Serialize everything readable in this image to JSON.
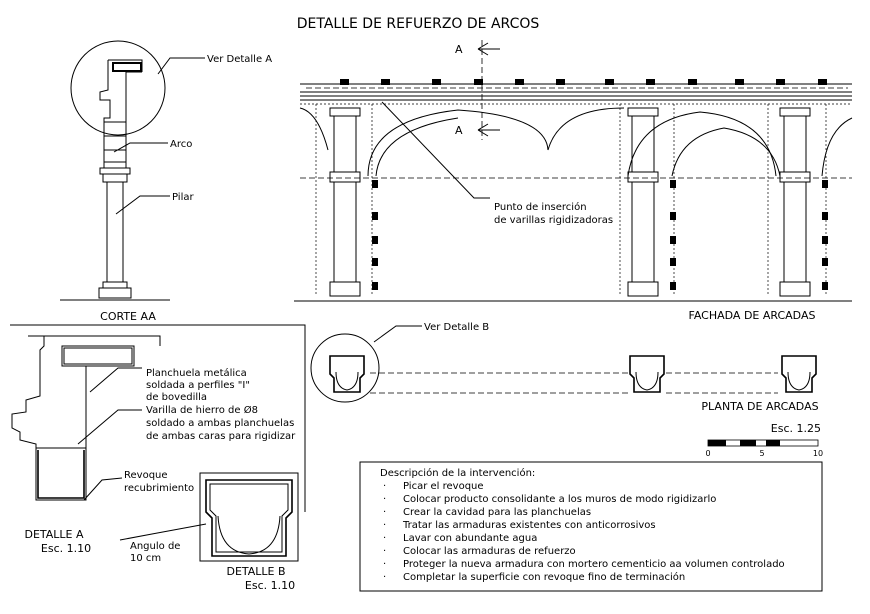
{
  "title": "DETALLE DE REFUERZO DE ARCOS",
  "corte": {
    "label": "CORTE AA",
    "callout_detalle_a": "Ver Detalle A",
    "arco": "Arco",
    "pilar": "Pilar"
  },
  "fachada": {
    "label": "FACHADA DE ARCADAS",
    "section_marker": "A",
    "punto_line1": "Punto de inserción",
    "punto_line2": "de varillas rigidizadoras"
  },
  "planta": {
    "label": "PLANTA DE ARCADAS",
    "callout_detalle_b": "Ver Detalle B",
    "scale": "Esc. 1.25",
    "scale_ticks": [
      "0",
      "5",
      "10"
    ]
  },
  "detalle_a": {
    "label": "DETALLE A",
    "scale": "Esc. 1.10",
    "planchuela_line1": "Planchuela metálica",
    "planchuela_line2": "soldada a perfiles \"I\"",
    "planchuela_line3": "de bovedilla",
    "varilla_line1": "Varilla de hierro de Ø8",
    "varilla_line2": "soldado a ambas planchuelas",
    "varilla_line3": "de ambas caras para rigidizar",
    "revoque_line1": "Revoque",
    "revoque_line2": "recubrimiento"
  },
  "detalle_b": {
    "label": "DETALLE B",
    "scale": "Esc. 1.10",
    "angulo_line1": "Angulo de",
    "angulo_line2": "10 cm"
  },
  "descripcion": {
    "heading": "Descripción de la intervención:",
    "items": [
      "Picar el revoque",
      "Colocar producto consolidante a los muros de modo rigidizarlo",
      "Crear la cavidad para las planchuelas",
      "Tratar las armaduras existentes con anticorrosivos",
      "Lavar con abundante agua",
      "Colocar las armaduras de refuerzo",
      "Proteger la nueva armadura con mortero cementicio aa volumen controlado",
      "Completar la superficie con revoque fino de terminación"
    ]
  }
}
